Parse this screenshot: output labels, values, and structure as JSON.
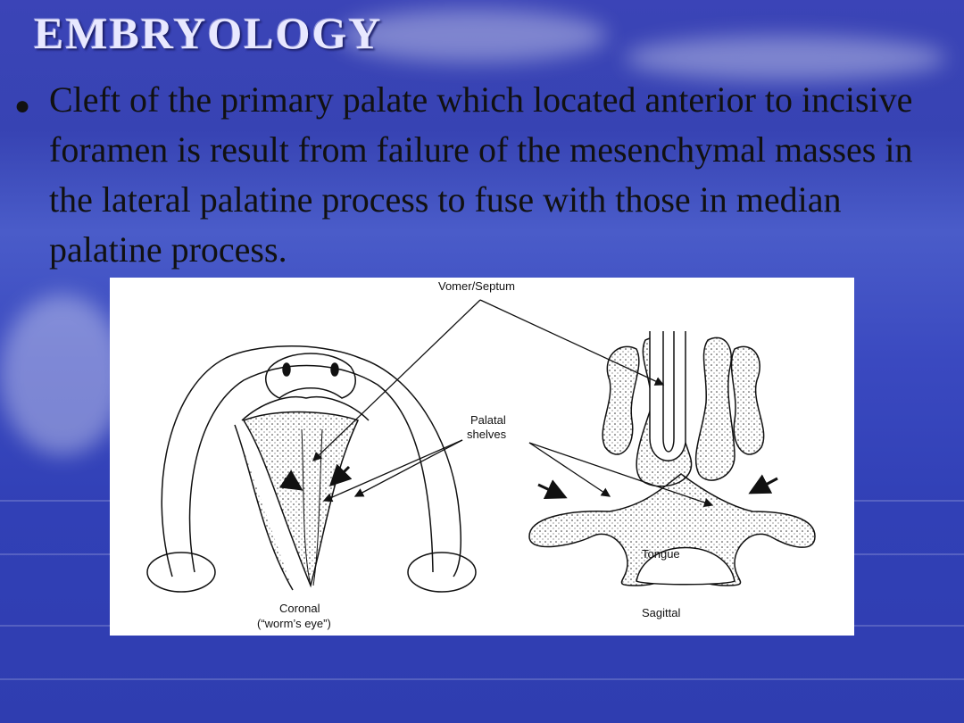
{
  "slide": {
    "title": "EMBRYOLOGY",
    "bullet": "Cleft of the primary palate which located anterior to incisive foramen is result from failure of the mesenchymal masses in the lateral palatine process to fuse with those in median palatine process."
  },
  "figure": {
    "label_vomer": "Vomer/Septum",
    "label_palatal_1": "Palatal",
    "label_palatal_2": "shelves",
    "label_tongue": "Tongue",
    "label_coronal_1": "Coronal",
    "label_coronal_2": "(“worm’s eye”)",
    "label_sagittal": "Sagittal"
  },
  "colors": {
    "background": "#3743b3",
    "title_text": "#e8e8ff",
    "body_text": "#111111",
    "figure_bg": "#ffffff"
  }
}
